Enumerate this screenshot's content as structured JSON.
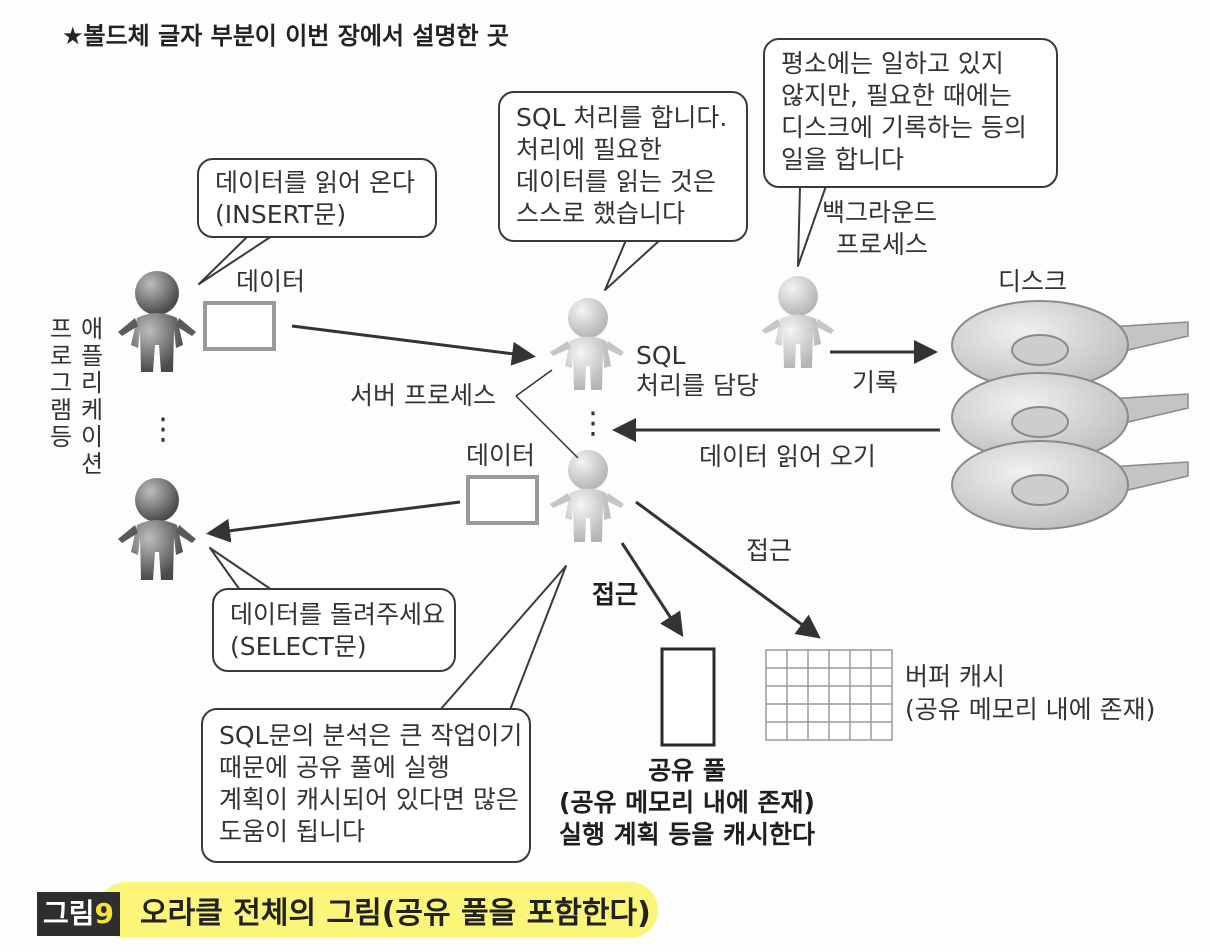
{
  "heading": "★볼드체 글자 부분이 이번 장에서 설명한 곳",
  "bubbles": {
    "insert": [
      "데이터를 읽어 온다",
      "(INSERT문)"
    ],
    "sql": [
      "SQL 처리를 합니다.",
      "처리에 필요한",
      "데이터를 읽는 것은",
      "스스로 했습니다"
    ],
    "background": [
      "평소에는 일하고 있지",
      "않지만, 필요한 때에는",
      "디스크에 기록하는 등의",
      "일을 합니다"
    ],
    "select": [
      "데이터를 돌려주세요",
      "(SELECT문)"
    ],
    "parse": [
      "SQL문의 분석은 큰 작업이기",
      "때문에 공유 풀에 실행",
      "계획이 캐시되어 있다면 많은",
      "도움이 됩니다"
    ]
  },
  "labels": {
    "data_top": "데이터",
    "data_bottom": "데이터",
    "app_col1": [
      "애",
      "플",
      "리",
      "케",
      "이",
      "션"
    ],
    "app_col2": [
      "프",
      "로",
      "그",
      "램",
      "등"
    ],
    "server_process": "서버 프로세스",
    "sql_handler": [
      "SQL",
      "처리를 담당"
    ],
    "background_process": [
      "백그라운드",
      "프로세스"
    ],
    "disk": "디스크",
    "write": "기록",
    "read_data": "데이터 읽어 오기",
    "access_bold": "접근",
    "access": "접근",
    "buffer_cache": [
      "버퍼 캐시",
      "(공유 메모리 내에 존재)"
    ],
    "shared_pool": [
      "공유 풀",
      "(공유 메모리 내에 존재)",
      "실행 계획 등을 캐시한다"
    ],
    "ellipsis": "⋮"
  },
  "caption": {
    "label": "그림",
    "number": "9",
    "text": "오라클 전체의 그림(공유 풀을 포함한다)"
  },
  "colors": {
    "highlight": "#fbf57a",
    "figure_number": "#f7e23a",
    "person": "#6e6e6e",
    "server_person": "#d4d4d4",
    "disk": "#d6d6d6"
  }
}
